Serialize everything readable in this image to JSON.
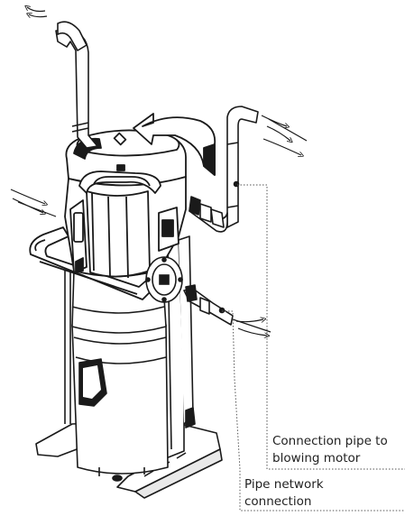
{
  "callouts": [
    {
      "line1": "Connection pipe to",
      "line2": "blowing motor"
    },
    {
      "line1": "Pipe network",
      "line2": "connection"
    }
  ],
  "colors": {
    "stroke": "#1a1a1a",
    "fill": "#ffffff",
    "dark": "#1a1a1a",
    "leader": "#555555"
  }
}
